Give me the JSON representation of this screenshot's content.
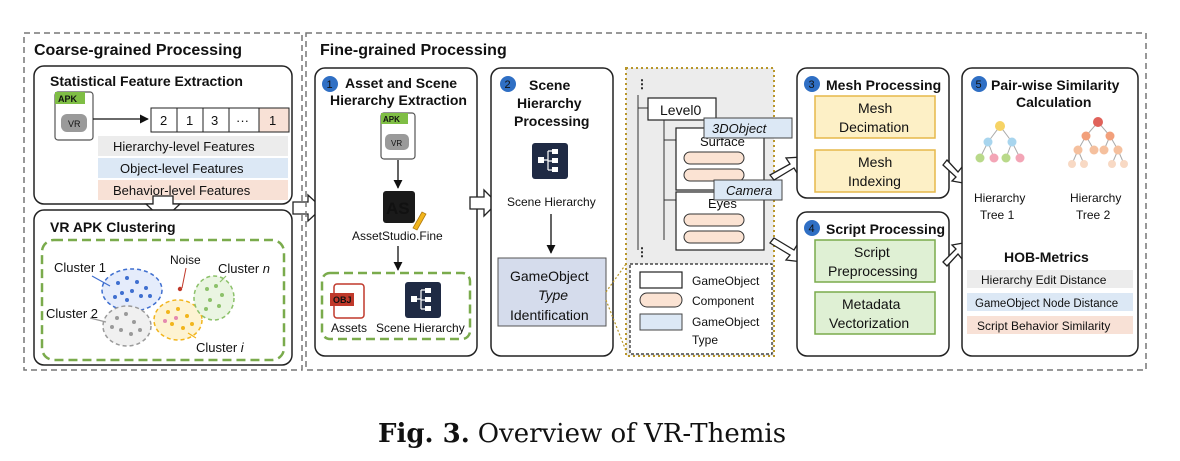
{
  "coarse": {
    "title": "Coarse-grained Processing",
    "stat": {
      "title": "Statistical Feature Extraction",
      "apk_label": "APK",
      "vr_label": "VR",
      "vector": [
        "2",
        "1",
        "3",
        "···",
        "1"
      ],
      "features": [
        "Hierarchy-level Features",
        "Object-level Features",
        "Behavior-level Features"
      ]
    },
    "clustering": {
      "title": "VR APK Clustering",
      "cluster1": "Cluster 1",
      "cluster2": "Cluster 2",
      "clustern_prefix": "Cluster ",
      "clustern_var": "n",
      "clusteri_prefix": "Cluster ",
      "clusteri_var": "i",
      "noise": "Noise"
    }
  },
  "fine": {
    "title": "Fine-grained Processing",
    "step1": {
      "num": "1",
      "title_line1": "Asset and Scene",
      "title_line2": "Hierarchy Extraction",
      "apk_label": "APK",
      "vr_label": "VR",
      "assetstudio_logo": "AS",
      "assetstudio_label": "AssetStudio.Fine",
      "obj_label": "OBJ",
      "assets_label": "Assets",
      "scene_hierarchy_label": "Scene Hierarchy"
    },
    "step2": {
      "num": "2",
      "title_lines": [
        "Scene",
        "Hierarchy",
        "Processing"
      ],
      "scene_hierarchy_label": "Scene Hierarchy",
      "gameobject_box": [
        "GameObject",
        "Type",
        "Identification"
      ]
    },
    "tree": {
      "level0": "Level0",
      "surface": "Surface",
      "eyes": "Eyes",
      "tag_3dobject": "3DObject",
      "tag_camera": "Camera",
      "legend": [
        "GameObject",
        "Component",
        "GameObject",
        "Type"
      ]
    },
    "step3": {
      "num": "3",
      "title": "Mesh Processing",
      "boxes": [
        [
          "Mesh",
          "Decimation"
        ],
        [
          "Mesh",
          "Indexing"
        ]
      ]
    },
    "step4": {
      "num": "4",
      "title": "Script Processing",
      "boxes": [
        [
          "Script",
          "Preprocessing"
        ],
        [
          "Metadata",
          "Vectorization"
        ]
      ]
    },
    "step5": {
      "num": "5",
      "title_line1": "Pair-wise Similarity",
      "title_line2": "Calculation",
      "tree1": [
        "Hierarchy",
        "Tree 1"
      ],
      "tree2": [
        "Hierarchy",
        "Tree 2"
      ],
      "hob_title": "HOB-Metrics",
      "metrics": [
        "Hierarchy Edit Distance",
        "GameObject Node Distance",
        "Script Behavior Similarity"
      ]
    }
  },
  "caption": {
    "label": "Fig. 3.",
    "text": "Overview of VR-Themis"
  },
  "colors": {
    "step_circle": "#2f6fc4",
    "hierarchy_bg": "#ececec",
    "object_bg": "#dce8f5",
    "behavior_bg": "#f8e1d6",
    "mesh_box": "#fdf0c6",
    "mesh_border": "#e6b84a",
    "script_box": "#dff0d4",
    "script_border": "#7aab4c",
    "green_dash": "#7aab4c",
    "gameobject_type_box": "#d5dcec",
    "component_fill": "#fbe3d3",
    "tree_tag": "#dce8f5",
    "cluster1": "#3f6fd0",
    "cluster2": "#9a9a9a",
    "clustern": "#8cc16a",
    "clusteri": "#f2b51c"
  }
}
